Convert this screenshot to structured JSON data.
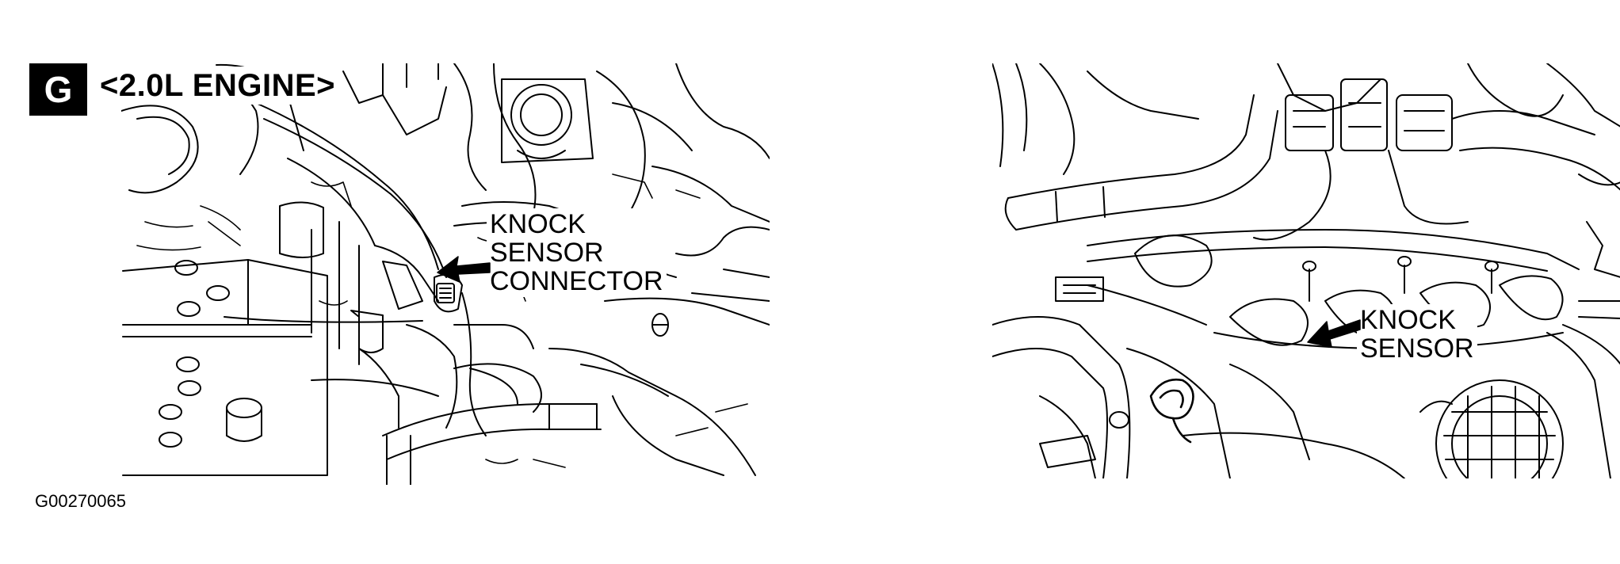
{
  "section": {
    "badge": "G",
    "title": "<2.0L ENGINE>"
  },
  "callouts": {
    "left": [
      "KNOCK",
      "SENSOR",
      "CONNECTOR"
    ],
    "right": [
      "KNOCK",
      "SENSOR"
    ]
  },
  "figure_id": "G00270065",
  "colors": {
    "line": "#000000",
    "background": "#ffffff"
  },
  "icons": {
    "pointer": "black-arrow-icon"
  }
}
